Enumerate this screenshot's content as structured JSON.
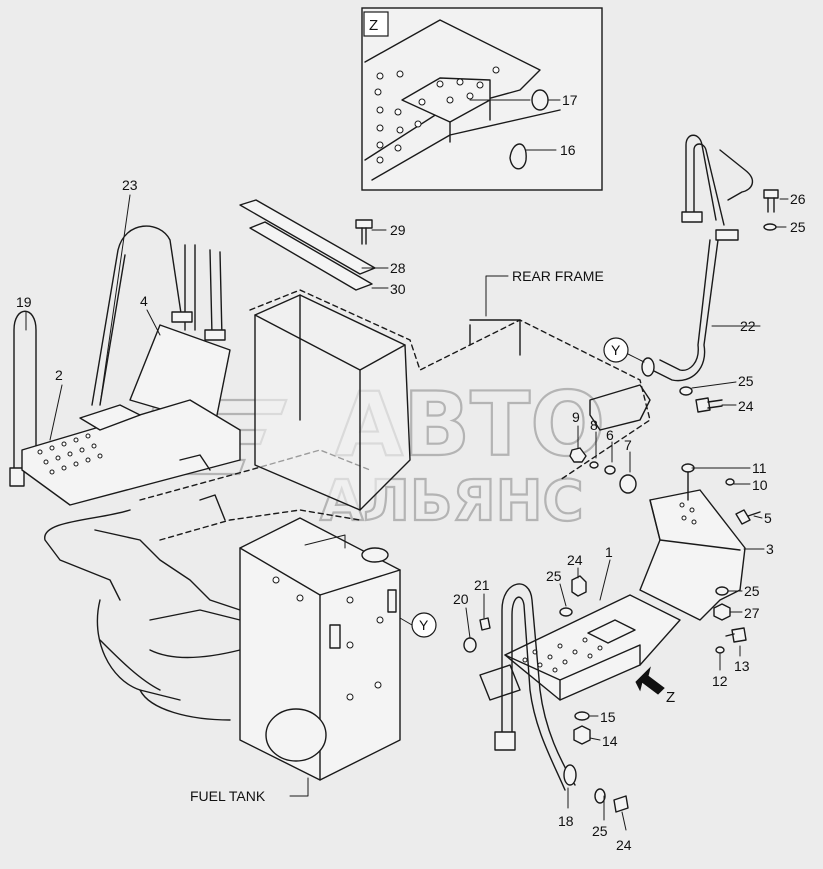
{
  "watermark": {
    "line1": "АВТО",
    "line2": "АЛЬЯНС"
  },
  "detail_view": {
    "id": "Z"
  },
  "callouts": {
    "p1": "1",
    "p2": "2",
    "p3": "3",
    "p4": "4",
    "p5": "5",
    "p6": "6",
    "p7": "7",
    "p8": "8",
    "p9": "9",
    "p10": "10",
    "p11": "11",
    "p12": "12",
    "p13": "13",
    "p14": "14",
    "p15": "15",
    "p16": "16",
    "p17": "17",
    "p18": "18",
    "p19": "19",
    "p20": "20",
    "p21": "21",
    "p22": "22",
    "p23": "23",
    "p24a": "24",
    "p24b": "24",
    "p24c": "24",
    "p25a": "25",
    "p25b": "25",
    "p25c": "25",
    "p25d": "25",
    "p25e": "25",
    "p26": "26",
    "p27": "27",
    "p28": "28",
    "p29": "29",
    "p30": "30"
  },
  "view_markers": {
    "y_left": "Y",
    "y_right": "Y",
    "z_arrow": "Z"
  },
  "named_parts": {
    "rear_frame": "REAR FRAME",
    "fuel_tank": "FUEL TANK"
  }
}
